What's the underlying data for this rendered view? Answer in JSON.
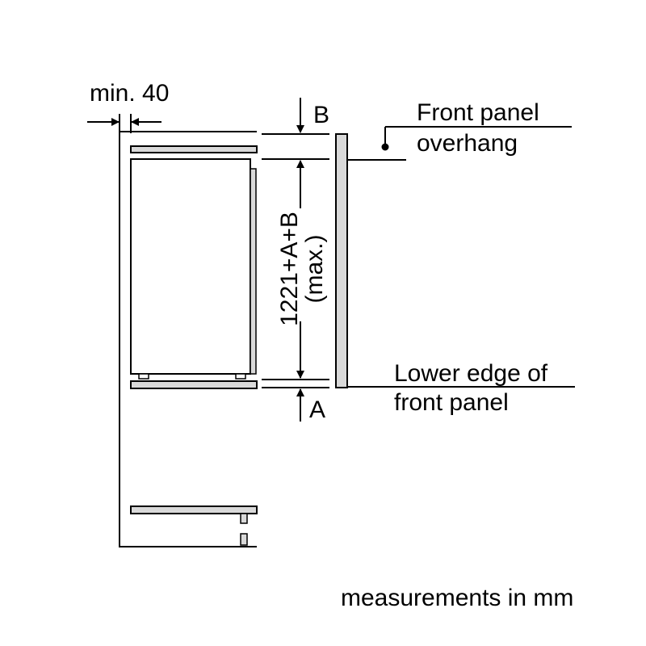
{
  "diagram": {
    "clearance_label": "min. 40",
    "label_b": "B",
    "label_a": "A",
    "height_formula": "1221+A+B",
    "height_qualifier": "(max.)",
    "front_panel_overhang_line1": "Front panel",
    "front_panel_overhang_line2": "overhang",
    "lower_edge_line1": "Lower edge of",
    "lower_edge_line2": "front panel",
    "footer_note": "measurements in mm"
  },
  "colors": {
    "line": "#000000",
    "panel_fill": "#d9d9d9",
    "background": "#ffffff"
  }
}
